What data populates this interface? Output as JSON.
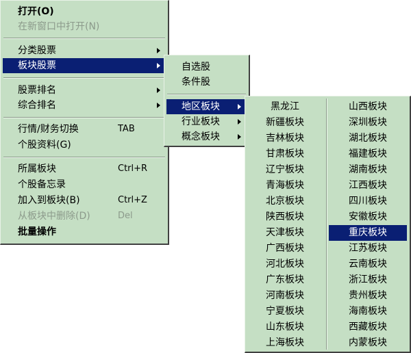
{
  "main_menu": {
    "items": [
      {
        "label": "打开(O)",
        "bold": true
      },
      {
        "label": "在新窗口中打开(N)",
        "disabled": true
      },
      {
        "label": "分类股票",
        "submenu": true
      },
      {
        "label": "板块股票",
        "submenu": true,
        "selected": true
      },
      {
        "label": "股票排名",
        "submenu": true
      },
      {
        "label": "综合排名",
        "submenu": true
      },
      {
        "label": "行情/财务切换",
        "shortcut": "TAB"
      },
      {
        "label": "个股资料(G)"
      },
      {
        "label": "所属板块",
        "shortcut": "Ctrl+R"
      },
      {
        "label": "个股备忘录"
      },
      {
        "label": "加入到板块(B)",
        "shortcut": "Ctrl+Z"
      },
      {
        "label": "从板块中删除(D)",
        "shortcut": "Del",
        "disabled": true
      },
      {
        "label": "批量操作"
      }
    ]
  },
  "block_menu": {
    "items": [
      {
        "label": "自选股"
      },
      {
        "label": "条件股"
      },
      {
        "label": "地区板块",
        "submenu": true,
        "selected": true
      },
      {
        "label": "行业板块",
        "submenu": true
      },
      {
        "label": "概念板块",
        "submenu": true
      }
    ]
  },
  "region_menu": {
    "left_column": [
      "黑龙江",
      "新疆板块",
      "吉林板块",
      "甘肃板块",
      "辽宁板块",
      "青海板块",
      "北京板块",
      "陕西板块",
      "天津板块",
      "广西板块",
      "河北板块",
      "广东板块",
      "河南板块",
      "宁夏板块",
      "山东板块",
      "上海板块"
    ],
    "right_column": [
      "山西板块",
      "深圳板块",
      "湖北板块",
      "福建板块",
      "湖南板块",
      "江西板块",
      "四川板块",
      "安徽板块",
      "重庆板块",
      "江苏板块",
      "云南板块",
      "浙江板块",
      "贵州板块",
      "海南板块",
      "西藏板块",
      "内蒙板块"
    ],
    "selected": "重庆板块"
  },
  "colors": {
    "menu_bg": "#c5dfc4",
    "highlight": "#0a1f73",
    "disabled_text": "#8c9a8b"
  }
}
